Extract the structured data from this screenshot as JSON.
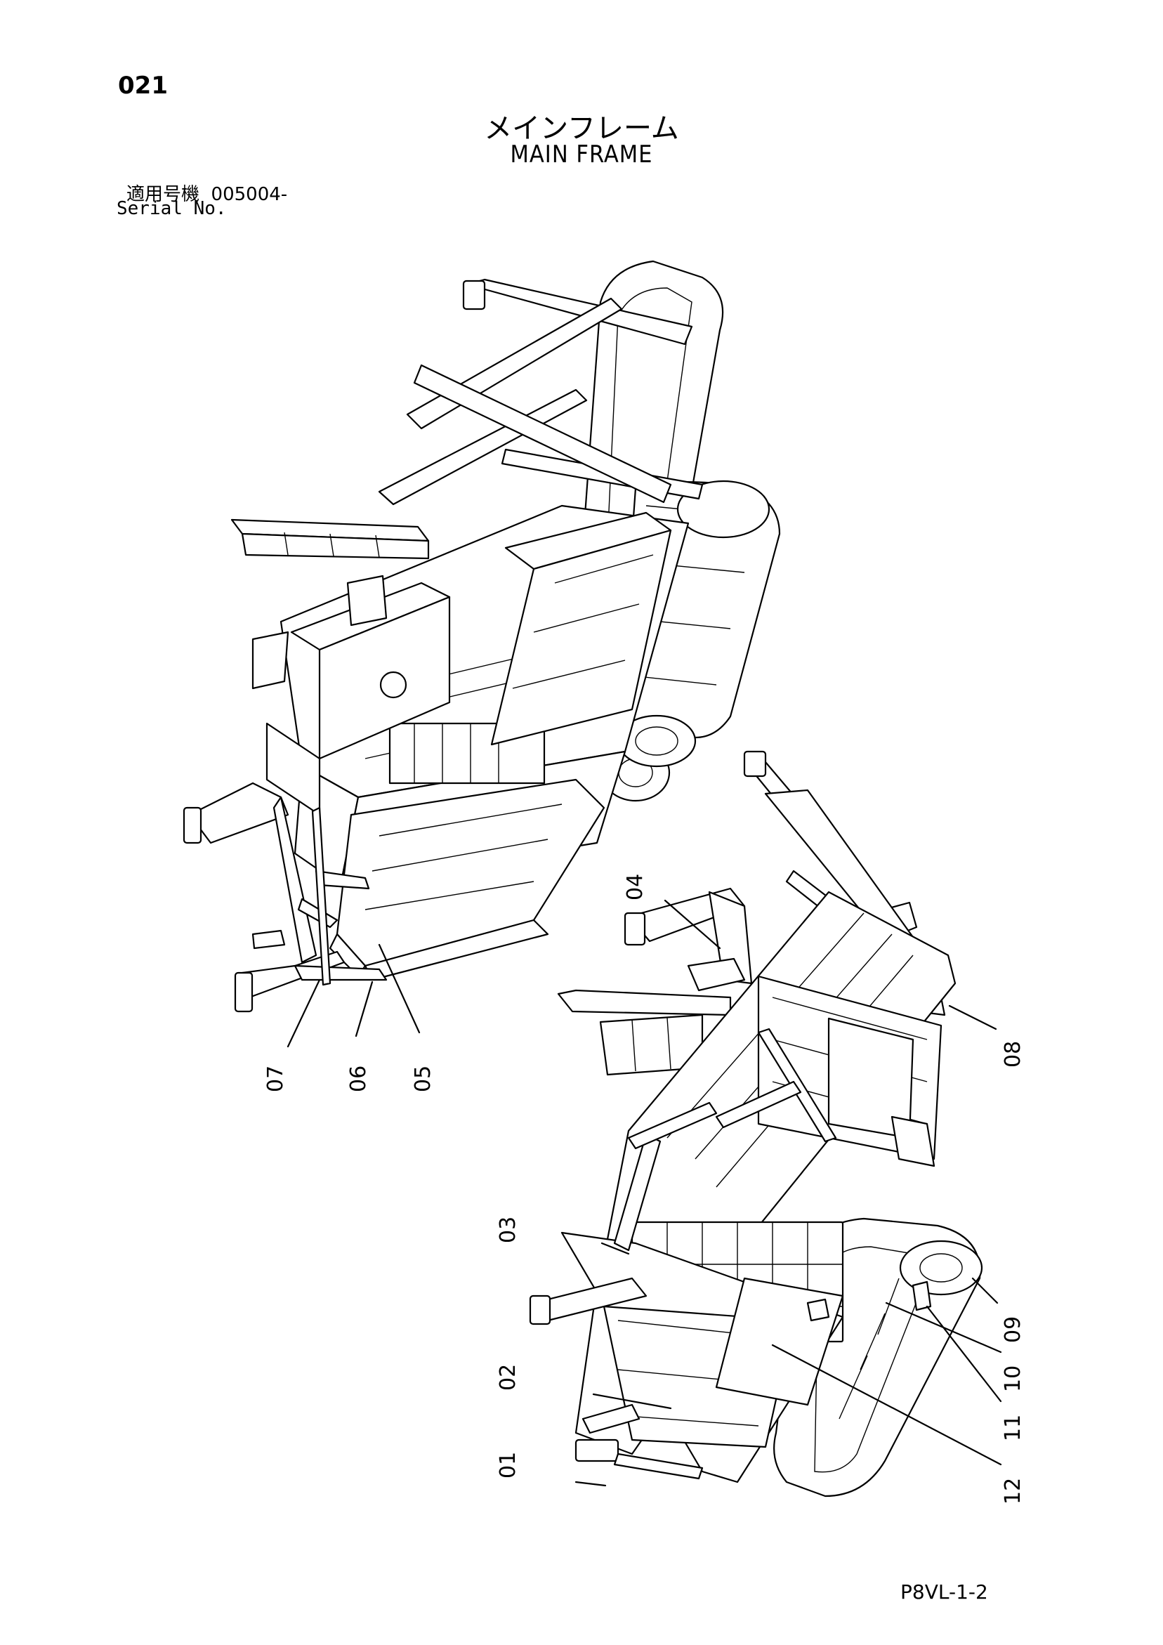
{
  "page_number": "021",
  "title_jp": "メインフレーム",
  "title_en": "MAIN FRAME",
  "serial_label_jp": "適用号機",
  "serial_value": "005004-",
  "serial_label_en": "Serial No.",
  "doc_code": "P8VL-1-2",
  "callouts": [
    {
      "id": "07",
      "label": "07"
    },
    {
      "id": "06",
      "label": "06"
    },
    {
      "id": "05",
      "label": "05"
    },
    {
      "id": "04",
      "label": "04"
    },
    {
      "id": "08",
      "label": "08"
    },
    {
      "id": "03",
      "label": "03"
    },
    {
      "id": "09",
      "label": "09"
    },
    {
      "id": "10",
      "label": "10"
    },
    {
      "id": "02",
      "label": "02"
    },
    {
      "id": "11",
      "label": "11"
    },
    {
      "id": "01",
      "label": "01"
    },
    {
      "id": "12",
      "label": "12"
    }
  ]
}
